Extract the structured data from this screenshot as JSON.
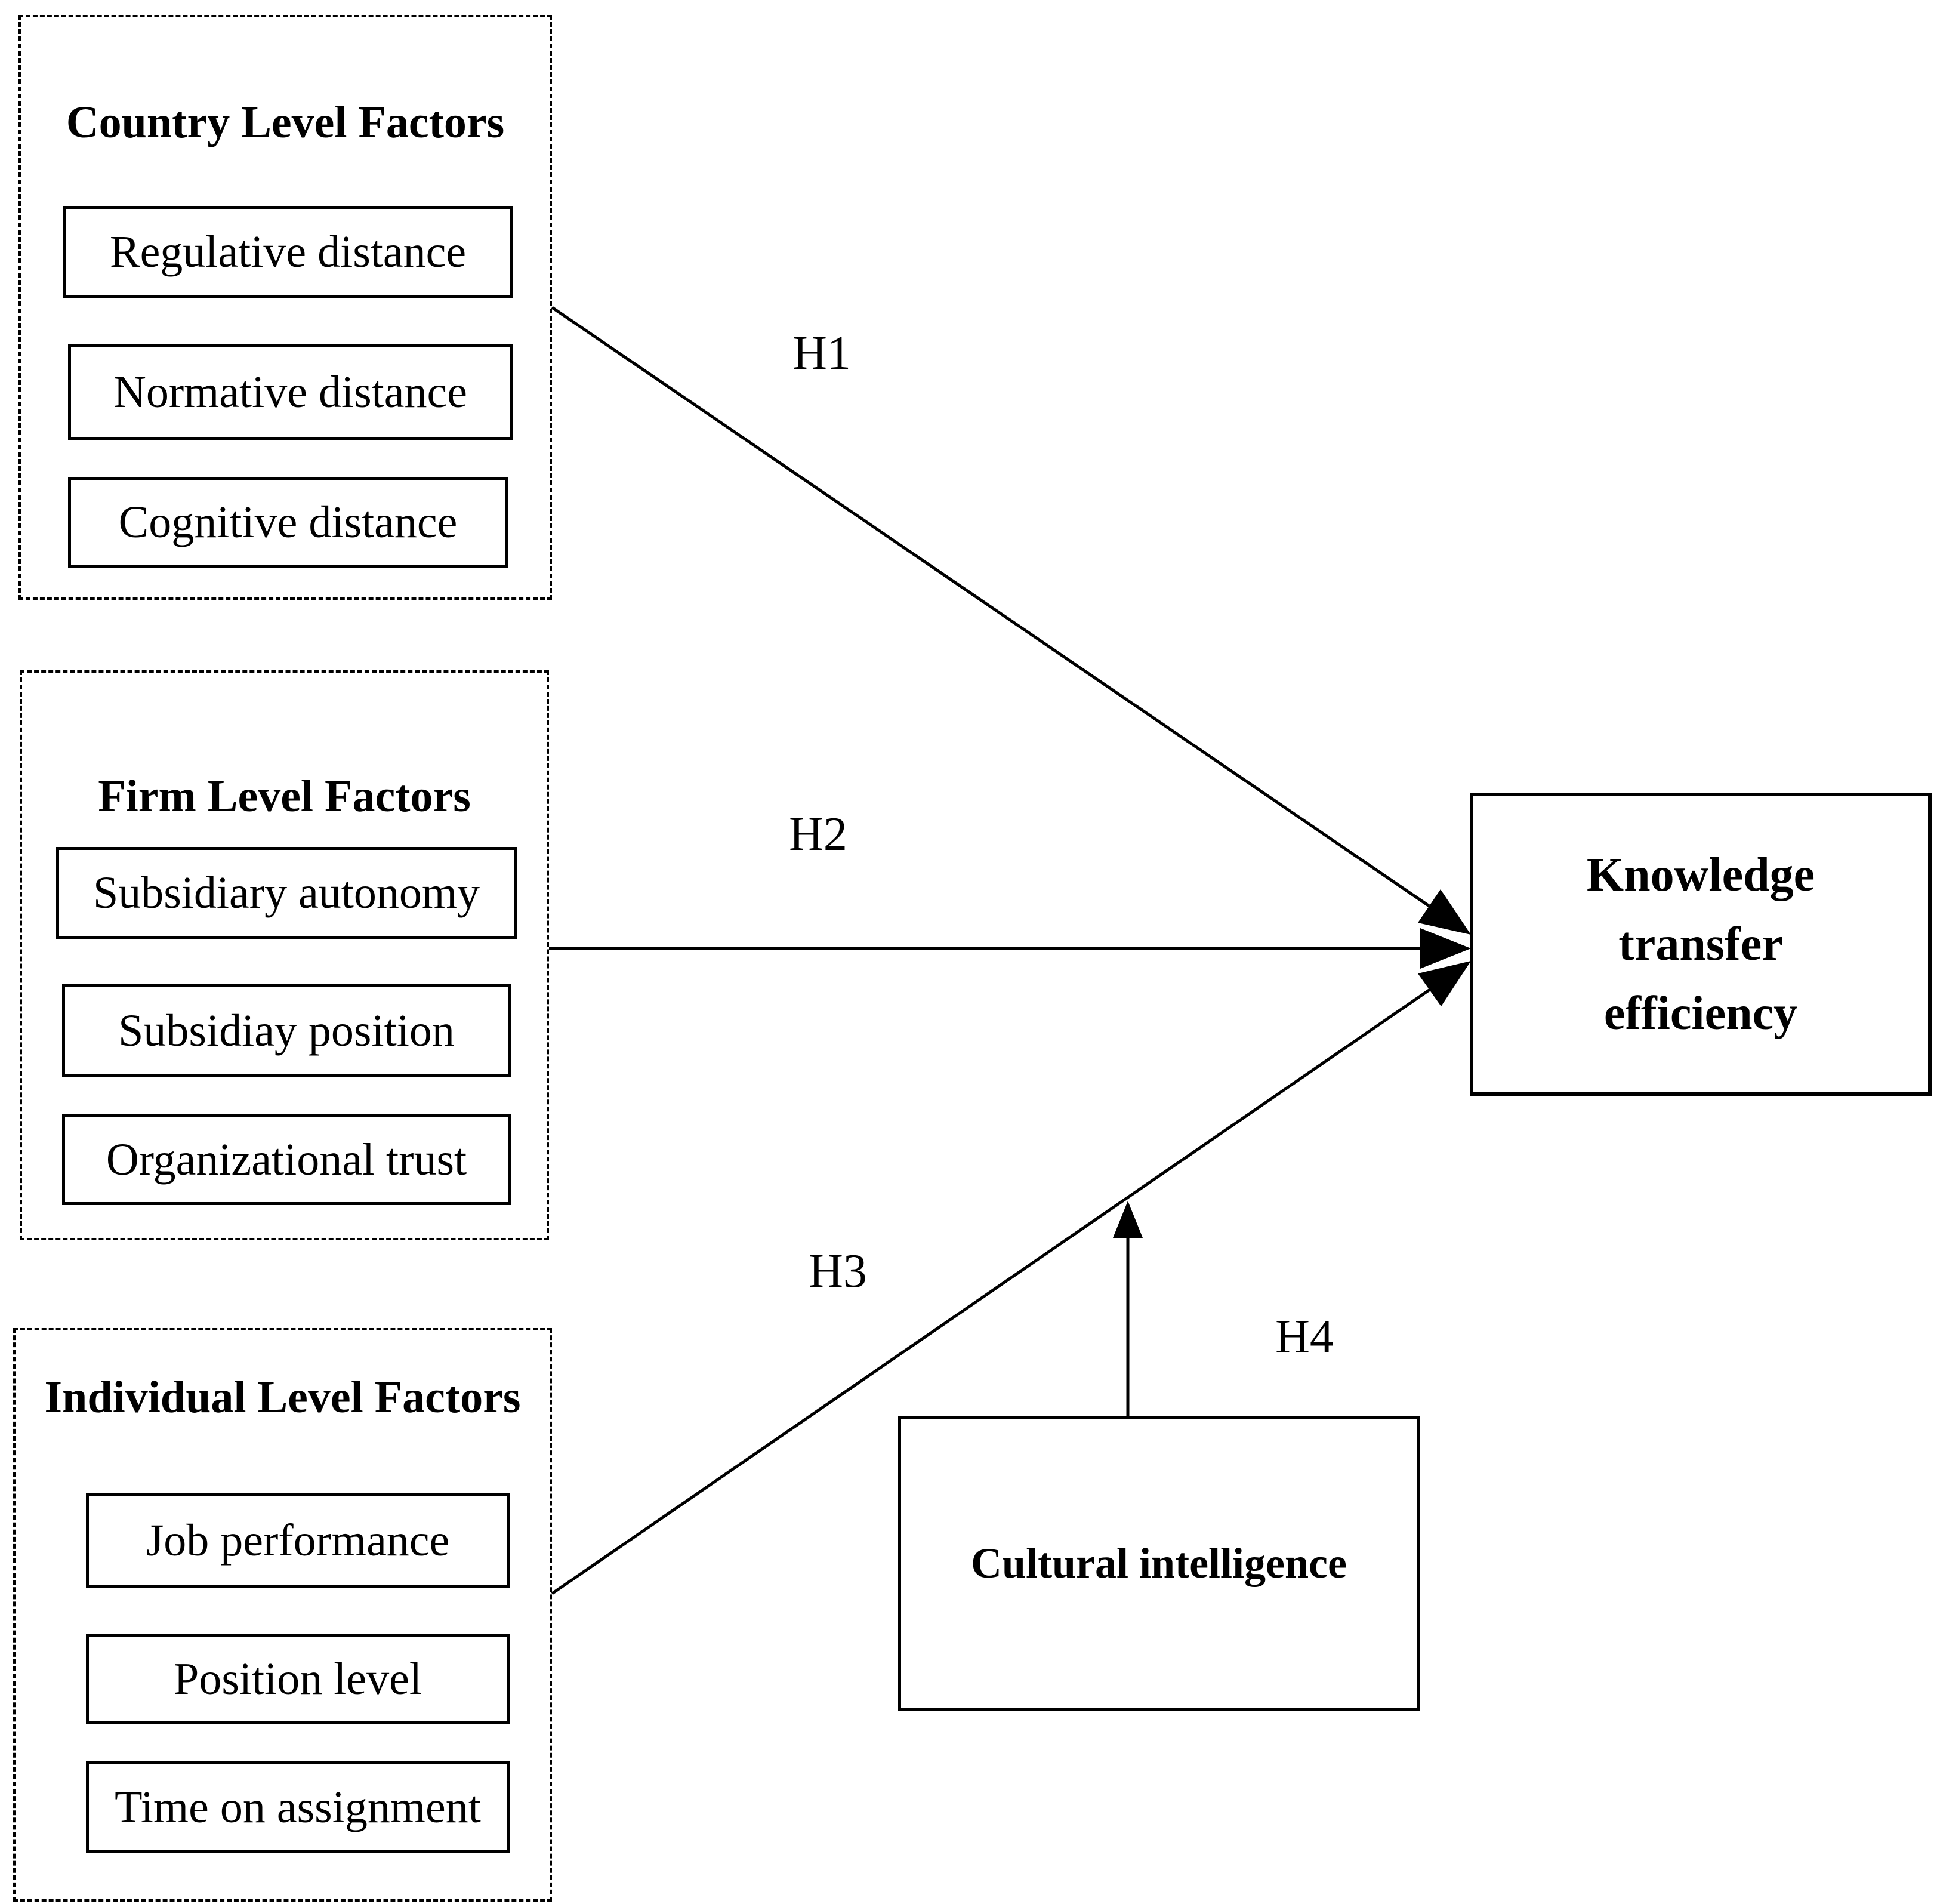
{
  "diagram": {
    "background_color": "#ffffff",
    "line_color": "#000000",
    "groups": [
      {
        "title": "Country Level Factors",
        "items": [
          "Regulative distance",
          "Normative distance",
          "Cognitive distance"
        ]
      },
      {
        "title": "Firm Level Factors",
        "items": [
          "Subsidiary autonomy",
          "Subsidiay position",
          "Organizational trust"
        ]
      },
      {
        "title": "Individual Level Factors",
        "items": [
          "Job performance",
          "Position level",
          "Time on assignment"
        ]
      }
    ],
    "outcome_box": {
      "label": "Knowledge transfer efficiency"
    },
    "moderator_box": {
      "label": "Cultural intelligence"
    },
    "hypothesis_labels": [
      "H1",
      "H2",
      "H3",
      "H4"
    ]
  }
}
